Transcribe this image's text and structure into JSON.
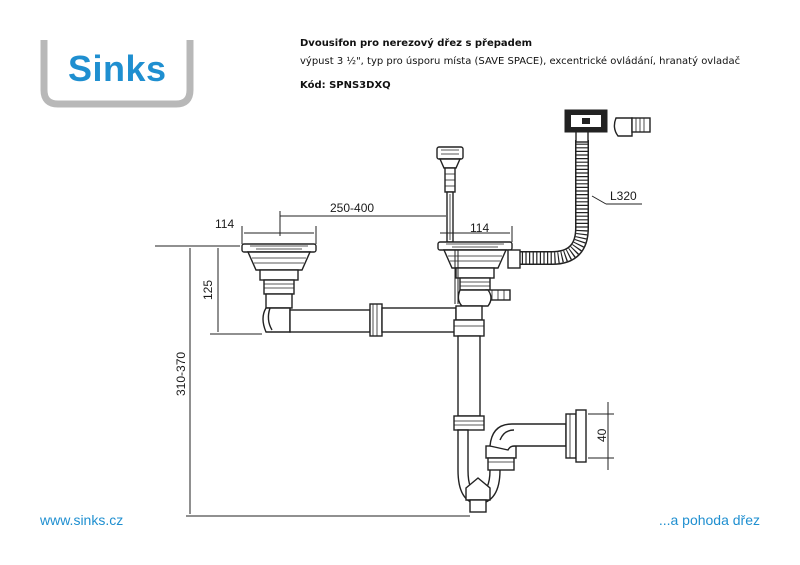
{
  "brand": {
    "logo_text": "Sinks",
    "accent_color": "#1f8fd0"
  },
  "header": {
    "title": "Dvousifon pro nerezový dřez s přepadem",
    "description": "výpust 3 ½\", typ pro úsporu místa (SAVE SPACE), excentrické ovládání, hranatý ovladač",
    "code": "Kód: SPNS3DXQ"
  },
  "dimensions": {
    "left_basket_width": "114",
    "right_basket_width": "114",
    "spacing": "250-400",
    "depth": "125",
    "total_height": "310-370",
    "hose_length": "L320",
    "outlet_height": "40"
  },
  "footer": {
    "website": "www.sinks.cz",
    "slogan": "...a pohoda dřez"
  }
}
